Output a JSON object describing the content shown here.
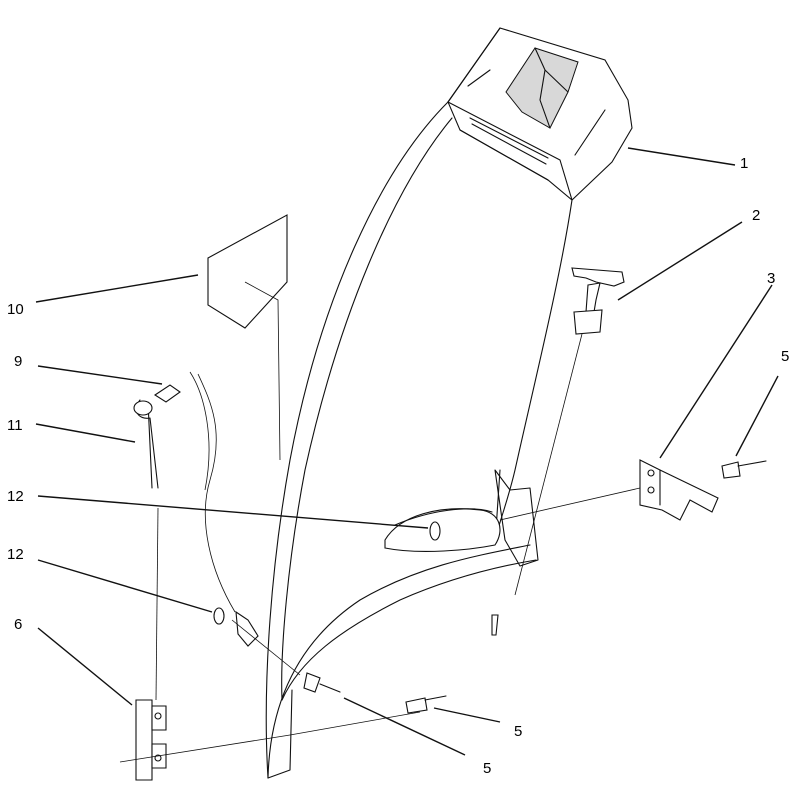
{
  "callouts": [
    {
      "label": "1"
    },
    {
      "label": "2"
    },
    {
      "label": "3"
    },
    {
      "label": "5"
    },
    {
      "label": "10"
    },
    {
      "label": "9"
    },
    {
      "label": "11"
    },
    {
      "label": "12"
    },
    {
      "label": "12"
    },
    {
      "label": "6"
    },
    {
      "label": "5"
    },
    {
      "label": "5"
    }
  ]
}
